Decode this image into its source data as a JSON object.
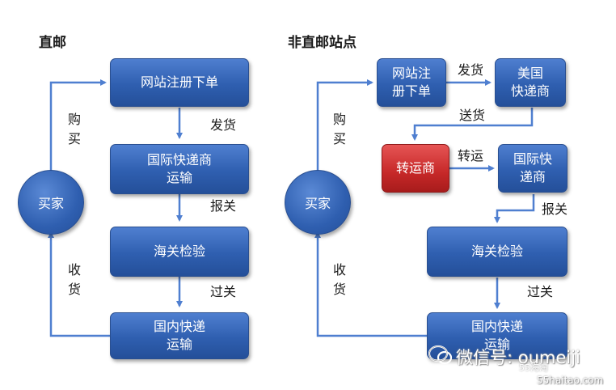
{
  "left": {
    "title": "直邮",
    "nodes": {
      "order": "网站注册下单",
      "intl": "国际快递商\n运输",
      "customs": "海关检验",
      "domestic": "国内快递\n运输",
      "buyer": "买家"
    },
    "edges": {
      "ship": "发货",
      "declare": "报关",
      "clear": "过关",
      "buy": "购\n买",
      "receive": "收\n货"
    }
  },
  "right": {
    "title": "非直邮站点",
    "nodes": {
      "order": "网站注\n册下单",
      "us_courier": "美国\n快递商",
      "forwarder": "转运商",
      "intl": "国际快\n递商",
      "customs": "海关检验",
      "domestic": "国内快递\n运输",
      "buyer": "买家"
    },
    "edges": {
      "ship": "发货",
      "deliver": "送货",
      "transship": "转运",
      "declare": "报关",
      "clear": "过关",
      "buy": "购\n买",
      "receive": "收\n货"
    }
  },
  "watermark": {
    "wechat": "微信号: oumeiji",
    "small": "55海淘",
    "site": "55haitao.com"
  },
  "colors": {
    "box": "#2f5fb0",
    "forwarder": "#c62828",
    "arrow": "#4f7fd0"
  }
}
